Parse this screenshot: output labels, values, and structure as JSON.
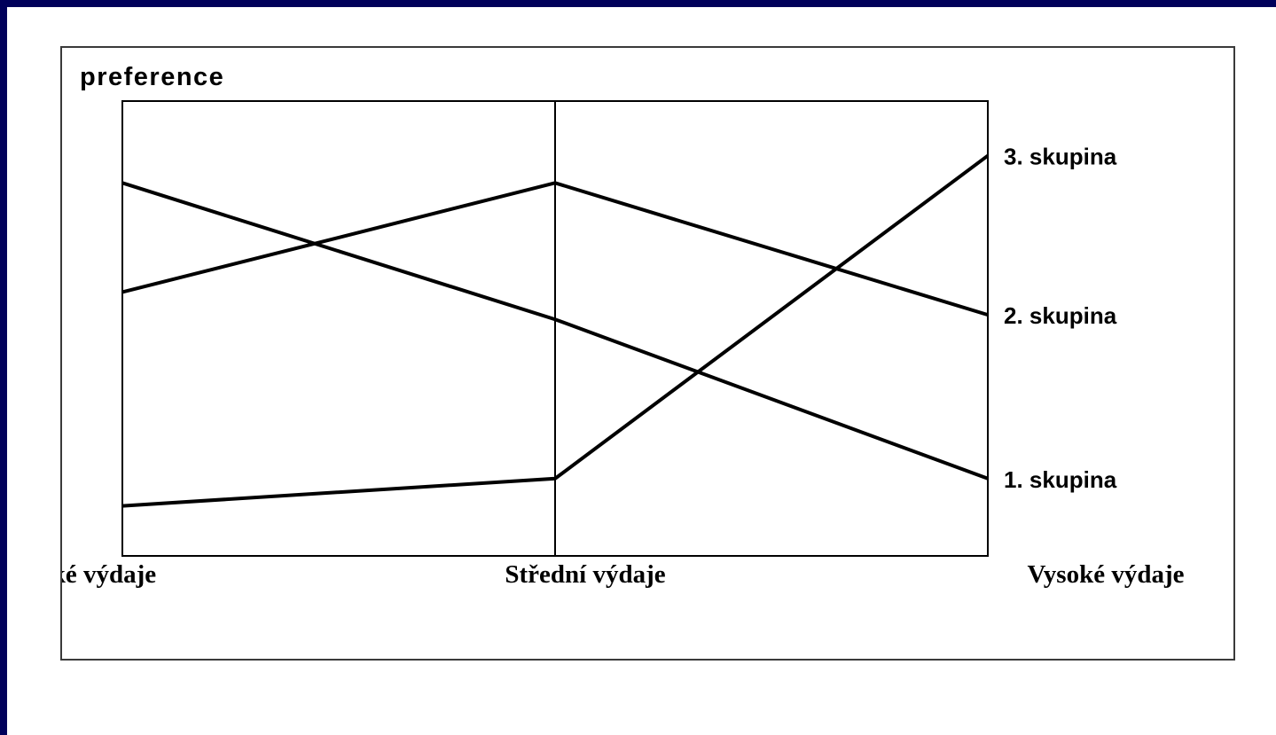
{
  "colors": {
    "bar": "#00005a",
    "line": "#000000",
    "frame": "#3a3a3a"
  },
  "chart_data": {
    "type": "line",
    "title": "",
    "xlabel": "",
    "ylabel": "preference",
    "categories": [
      "Nízké výdaje",
      "Střední výdaje",
      "Vysoké výdaje"
    ],
    "ylim": [
      0,
      10
    ],
    "grid": false,
    "series": [
      {
        "name": "1. skupina",
        "values": [
          8.2,
          5.2,
          1.7
        ]
      },
      {
        "name": "2. skupina",
        "values": [
          5.8,
          8.2,
          5.3
        ]
      },
      {
        "name": "3. skupina",
        "values": [
          1.1,
          1.7,
          8.8
        ]
      }
    ]
  }
}
